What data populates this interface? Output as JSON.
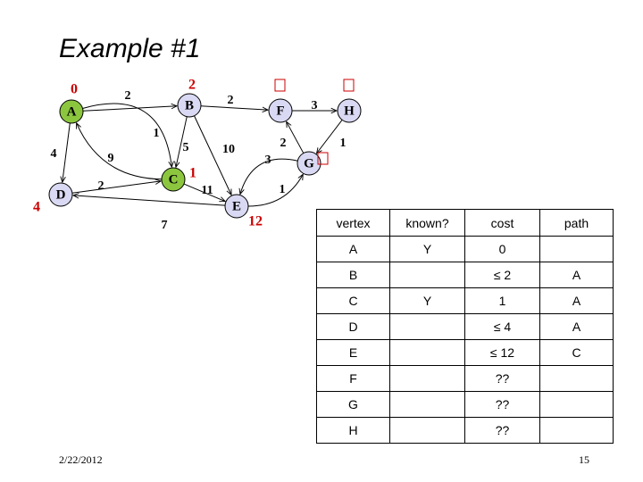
{
  "slide": {
    "title": "Example #1",
    "date": "2/22/2012",
    "page_number": "15"
  },
  "colors": {
    "known_node": "#8cc63f",
    "unknown_node": "#d9d9f3",
    "annotation": "#cc0000"
  },
  "graph": {
    "nodes": [
      {
        "id": "A",
        "label": "A",
        "known": true,
        "annotation": "0"
      },
      {
        "id": "B",
        "label": "B",
        "known": false,
        "annotation": "2"
      },
      {
        "id": "C",
        "label": "C",
        "known": true,
        "annotation": "1"
      },
      {
        "id": "D",
        "label": "D",
        "known": false,
        "annotation": "4"
      },
      {
        "id": "E",
        "label": "E",
        "known": false,
        "annotation": "12"
      },
      {
        "id": "F",
        "label": "F",
        "known": false,
        "annotation": "unknown-box"
      },
      {
        "id": "G",
        "label": "G",
        "known": false,
        "annotation": "unknown-box"
      },
      {
        "id": "H",
        "label": "H",
        "known": false,
        "annotation": "unknown-box"
      }
    ],
    "edges": [
      {
        "from": "A",
        "to": "B",
        "weight": "2"
      },
      {
        "from": "A",
        "to": "C",
        "weight": "1"
      },
      {
        "from": "A",
        "to": "D",
        "weight": "4"
      },
      {
        "from": "C",
        "to": "A",
        "weight": "9"
      },
      {
        "from": "B",
        "to": "C",
        "weight": "5"
      },
      {
        "from": "B",
        "to": "E",
        "weight": "10"
      },
      {
        "from": "B",
        "to": "F",
        "weight": "2"
      },
      {
        "from": "D",
        "to": "C",
        "weight": "2"
      },
      {
        "from": "C",
        "to": "E",
        "weight": "11"
      },
      {
        "from": "E",
        "to": "D",
        "weight": "7"
      },
      {
        "from": "E",
        "to": "G",
        "weight": "1"
      },
      {
        "from": "G",
        "to": "E",
        "weight": "3"
      },
      {
        "from": "G",
        "to": "F",
        "weight": "2"
      },
      {
        "from": "F",
        "to": "H",
        "weight": "3"
      },
      {
        "from": "H",
        "to": "G",
        "weight": "1"
      }
    ]
  },
  "table": {
    "headers": [
      "vertex",
      "known?",
      "cost",
      "path"
    ],
    "rows": [
      {
        "vertex": "A",
        "known": "Y",
        "cost": "0",
        "path": ""
      },
      {
        "vertex": "B",
        "known": "",
        "cost": "≤ 2",
        "path": "A"
      },
      {
        "vertex": "C",
        "known": "Y",
        "cost": "1",
        "path": "A"
      },
      {
        "vertex": "D",
        "known": "",
        "cost": "≤ 4",
        "path": "A"
      },
      {
        "vertex": "E",
        "known": "",
        "cost": "≤ 12",
        "path": "C"
      },
      {
        "vertex": "F",
        "known": "",
        "cost": "??",
        "path": ""
      },
      {
        "vertex": "G",
        "known": "",
        "cost": "??",
        "path": ""
      },
      {
        "vertex": "H",
        "known": "",
        "cost": "??",
        "path": ""
      }
    ]
  }
}
